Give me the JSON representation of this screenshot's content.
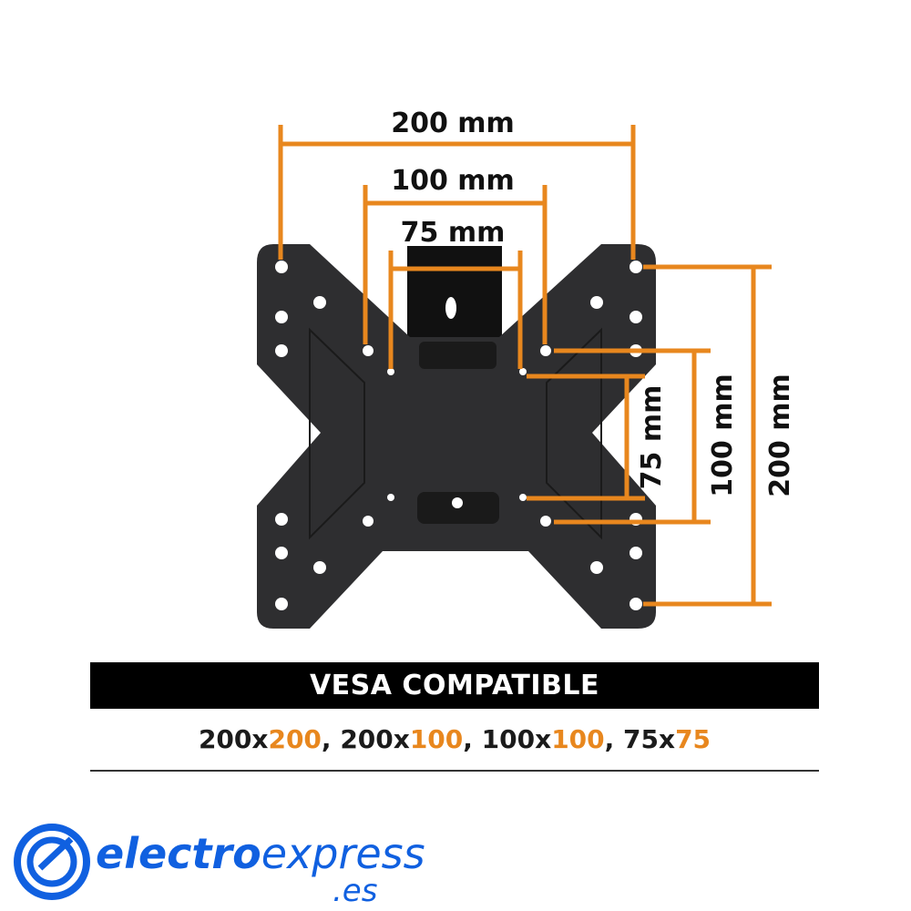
{
  "colors": {
    "accent_orange": "#e8871e",
    "plate": "#2e2e30",
    "brand_blue": "#1060e0",
    "banner_bg": "#000000"
  },
  "dimensions": {
    "horizontal": [
      {
        "label": "200 mm",
        "value_mm": 200
      },
      {
        "label": "100 mm",
        "value_mm": 100
      },
      {
        "label": "75 mm",
        "value_mm": 75
      }
    ],
    "vertical": [
      {
        "label": "75 mm",
        "value_mm": 75
      },
      {
        "label": "100 mm",
        "value_mm": 100
      },
      {
        "label": "200 mm",
        "value_mm": 200
      }
    ]
  },
  "banner": {
    "title": "VESA COMPATIBLE"
  },
  "vesa_sizes": [
    {
      "w": "200",
      "h": "200",
      "sep": ", "
    },
    {
      "w": "200",
      "h": "100",
      "sep": ", "
    },
    {
      "w": "100",
      "h": "100",
      "sep": ", "
    },
    {
      "w": "75",
      "h": "75",
      "sep": ""
    }
  ],
  "logo": {
    "name_bold": "electro",
    "name_light": "express",
    "tld": ".es",
    "icon": "e-circle-logo-icon"
  }
}
